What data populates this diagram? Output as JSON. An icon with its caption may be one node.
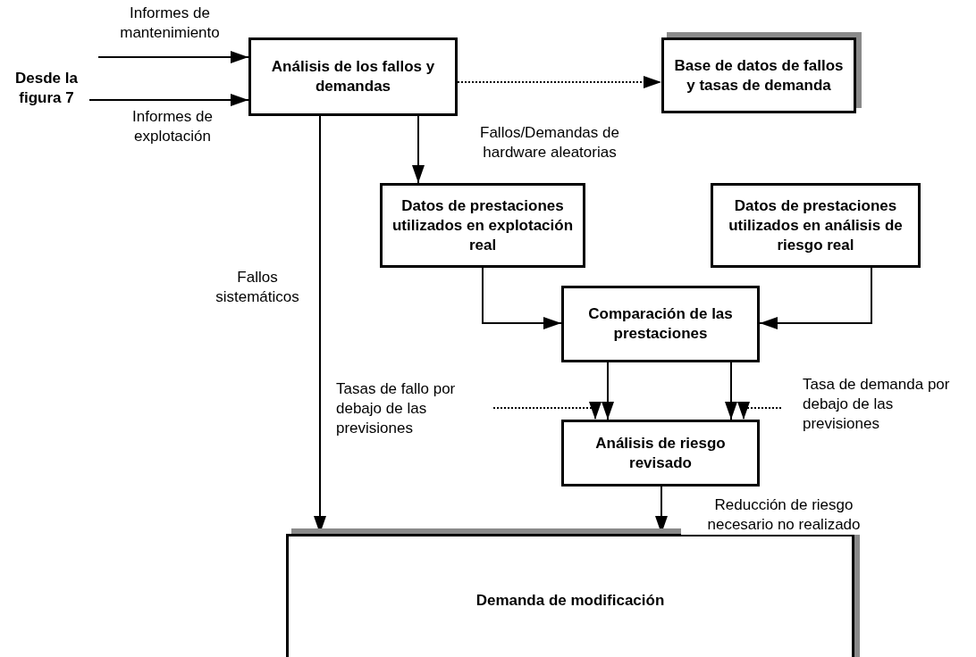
{
  "diagram": {
    "nodes": [
      {
        "text": [
          "Análisis de los fallos y demandas"
        ]
      },
      {
        "text": [
          "Base de datos de fallos y tasas de demanda"
        ]
      },
      {
        "text": [
          "Datos de prestaciones utilizados en explotación real"
        ]
      },
      {
        "text": [
          "Datos de prestaciones utilizados en análisis de riesgo real"
        ]
      },
      {
        "text": [
          "Comparación de las prestaciones"
        ]
      },
      {
        "text": [
          "Análisis de riesgo revisado"
        ]
      },
      {
        "text": [
          "Demanda de modificación"
        ]
      },
      {
        "text": [
          "Desde la figura 7"
        ]
      }
    ],
    "edges": [
      {
        "from": null,
        "to": 0,
        "arrow": "to",
        "label": "Informes de mantenimiento"
      },
      {
        "from": 7,
        "to": 0,
        "arrow": "to",
        "label": "Informes de explotación"
      },
      {
        "from": 0,
        "to": 1,
        "arrow": "to",
        "style": "dashed"
      },
      {
        "from": 0,
        "to": 2,
        "arrow": "to",
        "label": "Fallos/Demandas de hardware aleatorias"
      },
      {
        "from": 0,
        "to": 6,
        "arrow": "to",
        "label": "Fallos sistemáticos"
      },
      {
        "from": 2,
        "to": 4,
        "arrow": "to"
      },
      {
        "from": 3,
        "to": 4,
        "arrow": "to"
      },
      {
        "from": 4,
        "to": 5,
        "arrow": "to"
      },
      {
        "from": 4,
        "to": 5,
        "arrow": "to"
      },
      {
        "from": null,
        "to": 5,
        "arrow": "to",
        "style": "dashed",
        "label": "Tasas de fallo por debajo de las previsiones"
      },
      {
        "from": null,
        "to": 5,
        "arrow": "to",
        "style": "dashed",
        "label": "Tasa de demanda por debajo de las previsiones"
      },
      {
        "from": 5,
        "to": 6,
        "arrow": "to",
        "label": "Reducción de riesgo necesario no realizado"
      }
    ]
  }
}
